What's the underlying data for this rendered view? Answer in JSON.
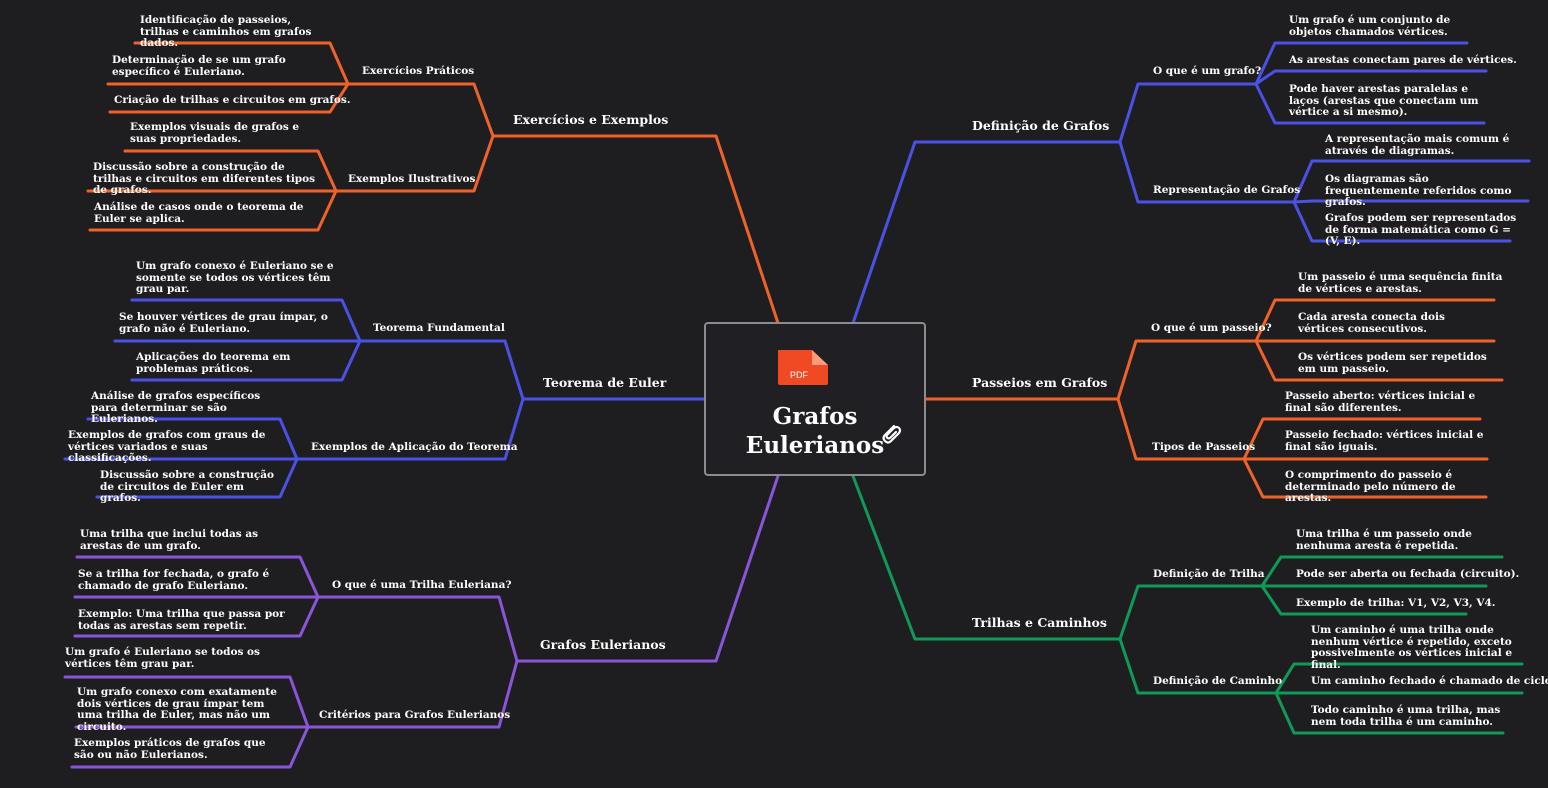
{
  "center": {
    "title_line1": "Grafos",
    "title_line2": "Eulerianos",
    "pdf_label": "PDF",
    "icons": [
      "pdf-file-icon",
      "paperclip-icon"
    ]
  },
  "colors": {
    "background": "#1e1e21",
    "orange": "#f0622a",
    "blue": "#4a52e6",
    "purple": "#8a55d8",
    "green": "#0f9b57",
    "center_border": "#8c8c90",
    "pdf": "#f04a24"
  },
  "branches": {
    "exercicios": {
      "label": "Exercícios e Exemplos",
      "praticos": {
        "label": "Exercícios Práticos",
        "items": [
          "Identificação de passeios, trilhas e caminhos em grafos dados.",
          "Determinação de se um grafo específico é Euleriano.",
          "Criação de trilhas e circuitos em grafos."
        ]
      },
      "ilustrativos": {
        "label": "Exemplos Ilustrativos",
        "items": [
          "Exemplos visuais de grafos e suas propriedades.",
          "Discussão sobre a construção de trilhas e circuitos em diferentes tipos de grafos.",
          "Análise de casos onde o teorema de Euler se aplica."
        ]
      }
    },
    "teorema": {
      "label": "Teorema de Euler",
      "fundamental": {
        "label": "Teorema Fundamental",
        "items": [
          "Um grafo conexo é Euleriano se e somente se todos os vértices têm grau par.",
          "Se houver vértices de grau ímpar, o grafo não é Euleriano.",
          "Aplicações do teorema em problemas práticos."
        ]
      },
      "aplicacao": {
        "label": "Exemplos de Aplicação do Teorema",
        "items": [
          "Análise de grafos específicos para determinar se são Eulerianos.",
          "Exemplos de grafos com graus de vértices variados e suas classificações.",
          "Discussão sobre a construção de circuitos de Euler em grafos."
        ]
      }
    },
    "eulerianos": {
      "label": "Grafos Eulerianos",
      "trilha": {
        "label": "O que é uma Trilha Euleriana?",
        "items": [
          "Uma trilha que inclui todas as arestas de um grafo.",
          "Se a trilha for fechada, o grafo é chamado de grafo Euleriano.",
          "Exemplo: Uma trilha que passa por todas as arestas sem repetir."
        ]
      },
      "criterios": {
        "label": "Critérios para Grafos Eulerianos",
        "items": [
          "Um grafo é Euleriano se todos os vértices têm grau par.",
          "Um grafo conexo com exatamente dois vértices de grau ímpar tem uma trilha de Euler, mas não um circuito.",
          "Exemplos práticos de grafos que são ou não Eulerianos."
        ]
      }
    },
    "definicao": {
      "label": "Definição de Grafos",
      "oque": {
        "label": "O que é um grafo?",
        "items": [
          "Um grafo é um conjunto de objetos chamados vértices.",
          "As arestas conectam pares de vértices.",
          "Pode haver arestas paralelas e laços (arestas que conectam um vértice a si mesmo)."
        ]
      },
      "repr": {
        "label": "Representação de Grafos",
        "items": [
          "A representação mais comum é através de diagramas.",
          "Os diagramas são frequentemente referidos como grafos.",
          "Grafos podem ser representados de forma matemática como G = (V, E)."
        ]
      }
    },
    "passeios": {
      "label": "Passeios em Grafos",
      "oque": {
        "label": "O que é um passeio?",
        "items": [
          "Um passeio é uma sequência finita de vértices e arestas.",
          "Cada aresta conecta dois vértices consecutivos.",
          "Os vértices podem ser repetidos em um passeio."
        ]
      },
      "tipos": {
        "label": "Tipos de Passeios",
        "items": [
          "Passeio aberto: vértices inicial e final são diferentes.",
          "Passeio fechado: vértices inicial e final são iguais.",
          "O comprimento do passeio é determinado pelo número de arestas."
        ]
      }
    },
    "trilhas": {
      "label": "Trilhas e Caminhos",
      "trilha": {
        "label": "Definição de Trilha",
        "items": [
          "Uma trilha é um passeio onde nenhuma aresta é repetida.",
          "Pode ser aberta ou fechada (circuito).",
          "Exemplo de trilha: V1, V2, V3, V4."
        ]
      },
      "caminho": {
        "label": "Definição de Caminho",
        "items": [
          "Um caminho é uma trilha onde nenhum vértice é repetido, exceto possivelmente os vértices inicial e final.",
          "Um caminho fechado é chamado de ciclo.",
          "Todo caminho é uma trilha, mas nem toda trilha é um caminho."
        ]
      }
    }
  }
}
